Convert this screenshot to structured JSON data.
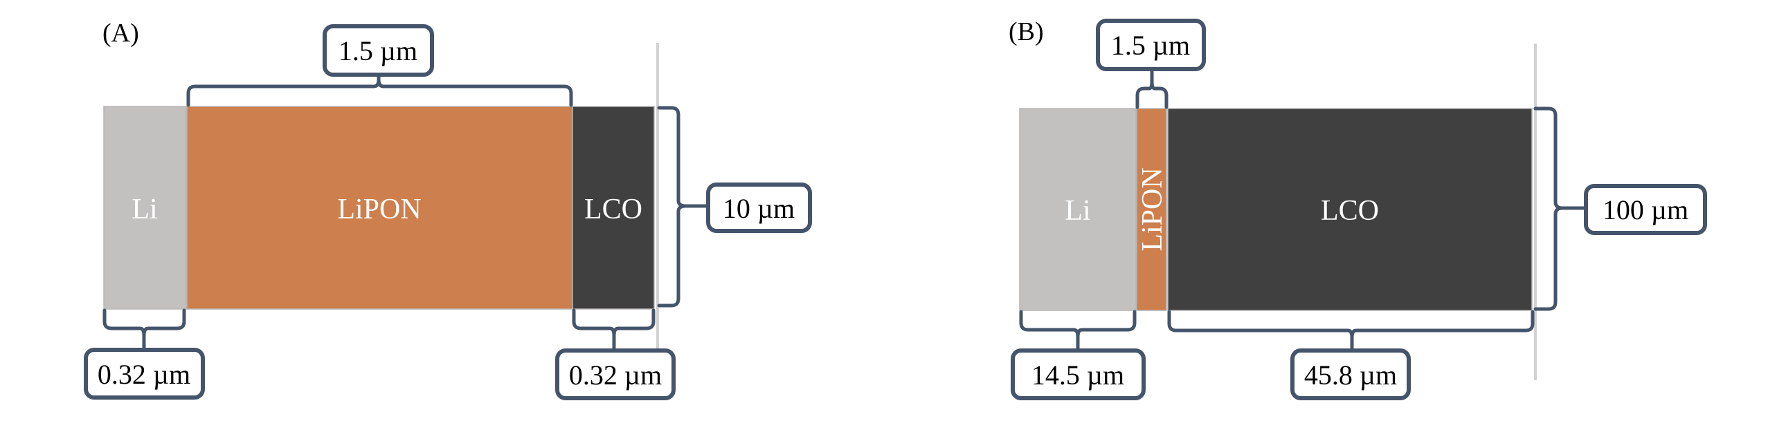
{
  "title": "Thin-film vs. thick-film battery cell layer thicknesses",
  "colors": {
    "li": "#C3C1C0",
    "lipon": "#CD7F4D",
    "lco": "#404040",
    "bracket": "#44546A",
    "reference_line": "#D2D2D2"
  },
  "panels": [
    {
      "id": "A",
      "label": "(A)",
      "layers": [
        {
          "name": "Li",
          "label": "Li",
          "thickness": "0.32 µm",
          "color_key": "li",
          "vertical_text": false
        },
        {
          "name": "LiPON",
          "label": "LiPON",
          "thickness": "1.5 µm",
          "color_key": "lipon",
          "vertical_text": false
        },
        {
          "name": "LCO",
          "label": "LCO",
          "thickness": "0.32 µm",
          "color_key": "lco",
          "vertical_text": false
        }
      ],
      "height_label": "10 µm",
      "dimensions": {
        "li": "0.32 µm",
        "lipon": "1.5 µm",
        "lco": "0.32 µm",
        "height": "10 µm"
      }
    },
    {
      "id": "B",
      "label": "(B)",
      "layers": [
        {
          "name": "Li",
          "label": "Li",
          "thickness": "14.5 µm",
          "color_key": "li",
          "vertical_text": false
        },
        {
          "name": "LiPON",
          "label": "LiPON",
          "thickness": "1.5 µm",
          "color_key": "lipon",
          "vertical_text": true
        },
        {
          "name": "LCO",
          "label": "LCO",
          "thickness": "45.8 µm",
          "color_key": "lco",
          "vertical_text": false
        }
      ],
      "height_label": "100 µm",
      "dimensions": {
        "li": "14.5 µm",
        "lipon": "1.5 µm",
        "lco": "45.8 µm",
        "height": "100 µm"
      }
    }
  ]
}
